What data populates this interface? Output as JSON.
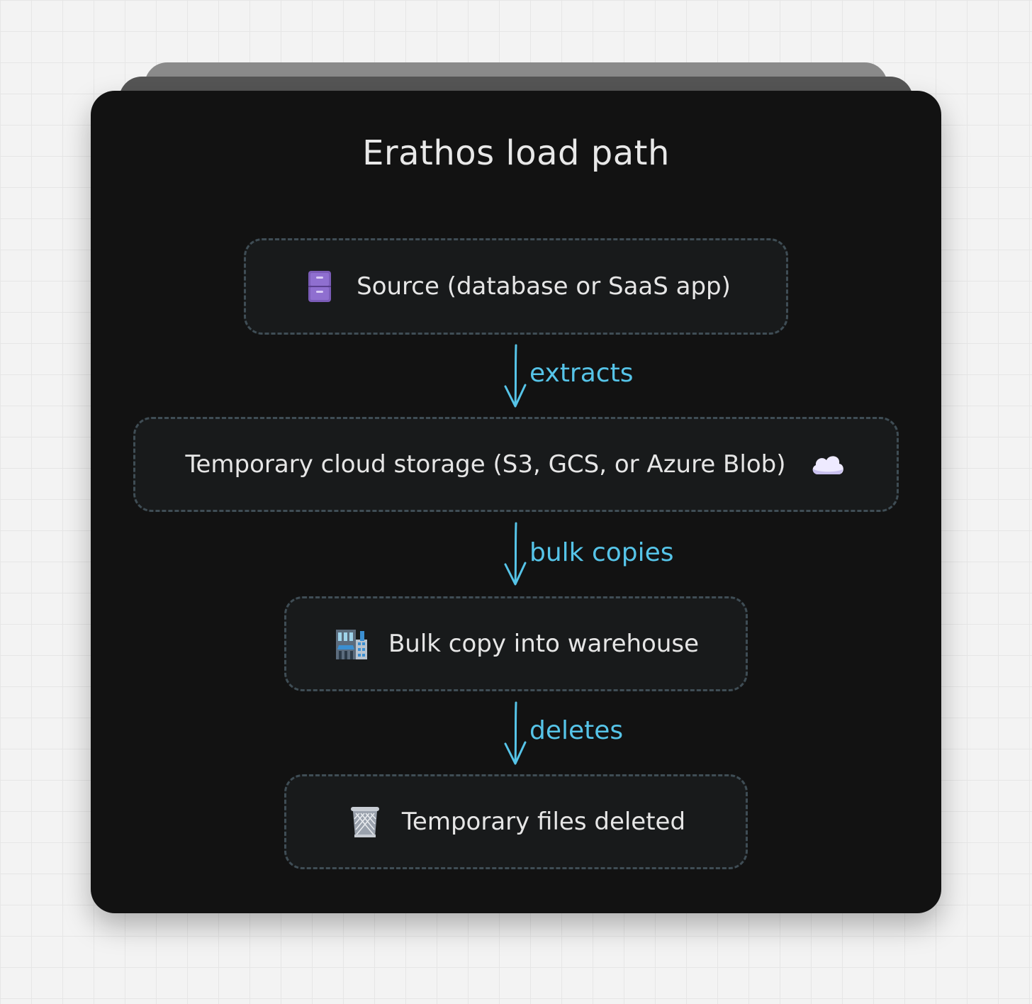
{
  "title": "Erathos load path",
  "nodes": [
    {
      "label": "Source (database or SaaS app)",
      "icon": "file-cabinet-icon"
    },
    {
      "label": "Temporary cloud storage (S3, GCS, or Azure Blob)",
      "icon": "cloud-icon"
    },
    {
      "label": "Bulk copy into warehouse",
      "icon": "warehouse-building-icon"
    },
    {
      "label": "Temporary files deleted",
      "icon": "wastebasket-icon"
    }
  ],
  "edges": [
    {
      "from": 0,
      "to": 1,
      "label": "extracts"
    },
    {
      "from": 1,
      "to": 2,
      "label": "bulk copies"
    },
    {
      "from": 2,
      "to": 3,
      "label": "deletes"
    }
  ],
  "colors": {
    "card_background": "#121212",
    "node_background": "#181a1b",
    "node_border": "#3f4d55",
    "edge_color": "#56c4e8",
    "text_color": "#e6e6e6"
  }
}
